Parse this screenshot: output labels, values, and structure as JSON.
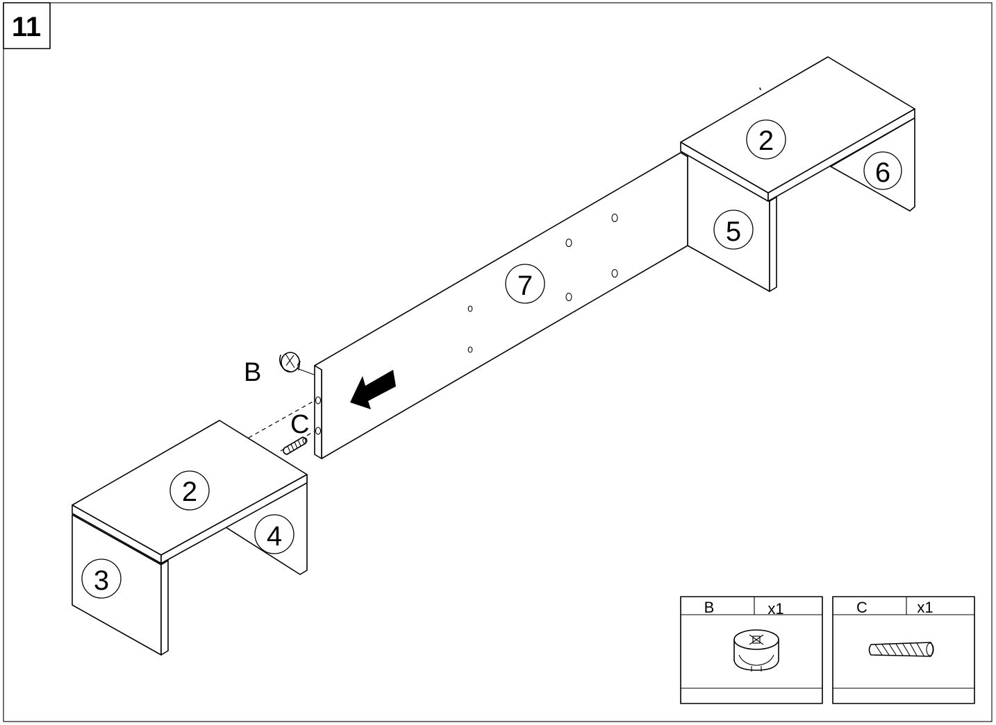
{
  "step": {
    "number": "11"
  },
  "parts": {
    "top_left": "2",
    "top_right": "2",
    "side_3": "3",
    "side_4": "4",
    "side_5": "5",
    "side_6": "6",
    "back_panel": "7"
  },
  "fittings": {
    "label_b": "B",
    "label_c": "C"
  },
  "hardware": [
    {
      "code": "B",
      "qty": "x1",
      "icon": "cam-lock-icon"
    },
    {
      "code": "C",
      "qty": "x1",
      "icon": "wooden-dowel-icon"
    }
  ],
  "colors": {
    "line": "#000000",
    "background": "#ffffff"
  }
}
